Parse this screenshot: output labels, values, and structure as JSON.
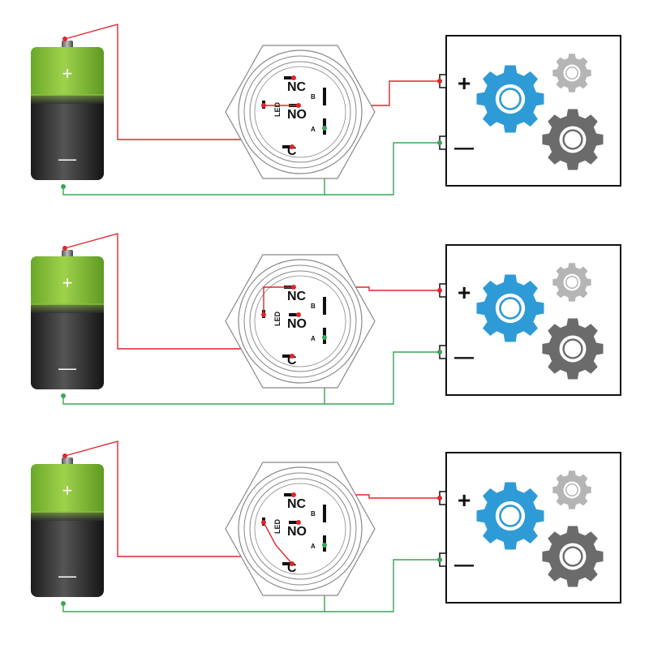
{
  "colors": {
    "wire_positive": "#e0262b",
    "wire_negative": "#3aa655",
    "battery_top": "#8dc63f",
    "battery_bottom": "#2b2b2b",
    "gear_primary": "#2e9bd6",
    "gear_dark": "#6b6b6b",
    "gear_light": "#b5b5b5",
    "switch_outline": "#888888"
  },
  "battery": {
    "plus_label": "+",
    "minus_label": "—"
  },
  "switch": {
    "nc_label": "NC",
    "no_label": "NO",
    "c_label": "C",
    "led_label": "LED",
    "b_label": "B",
    "a_label": "A"
  },
  "load": {
    "plus_label": "+",
    "minus_label": "—"
  },
  "panels": [
    {
      "id": "panel-1",
      "variant": "led-to-no"
    },
    {
      "id": "panel-2",
      "variant": "led-to-nc"
    },
    {
      "id": "panel-3",
      "variant": "led-to-c"
    }
  ]
}
